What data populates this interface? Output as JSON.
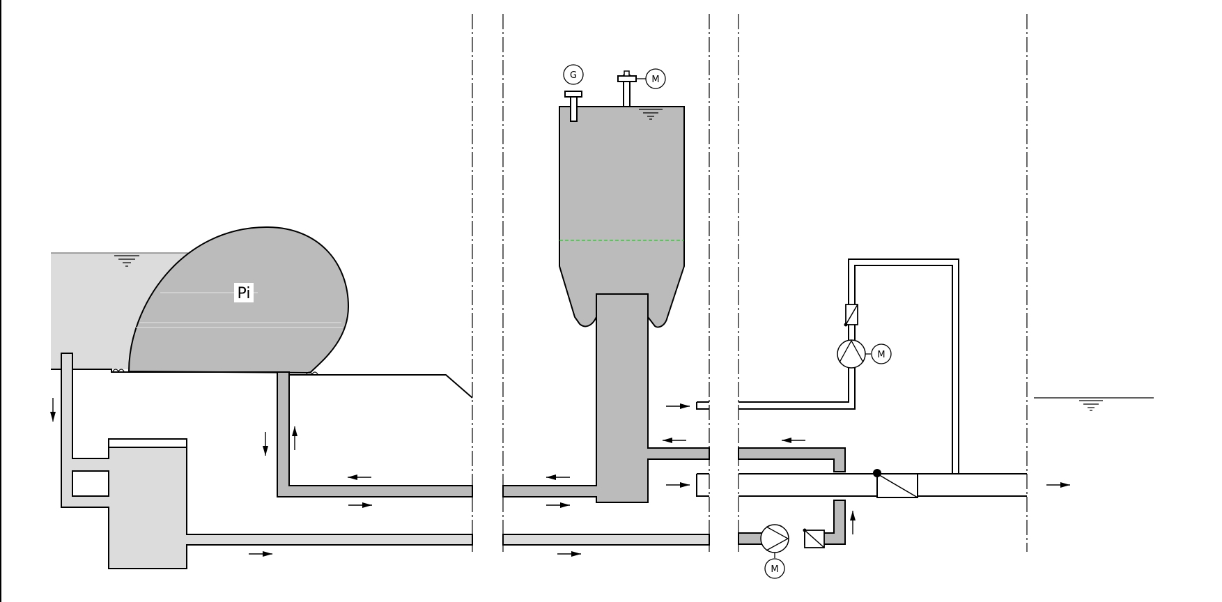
{
  "diagram": {
    "colors": {
      "dark_fill": "#bbbbbb",
      "light_fill": "#dcdcdc",
      "line": "#000000",
      "level_line": "#22cc22",
      "background": "#ffffff"
    },
    "labels": {
      "pressure_tank": "Pi",
      "gauge": "G",
      "motor_valve": "M",
      "recirc_pump_motor": "M",
      "bottom_pump_motor": "M"
    },
    "icons": [
      "water-level-icon",
      "pump-icon",
      "check-valve-icon",
      "flow-arrow-icon",
      "gauge-icon",
      "motor-icon"
    ]
  }
}
